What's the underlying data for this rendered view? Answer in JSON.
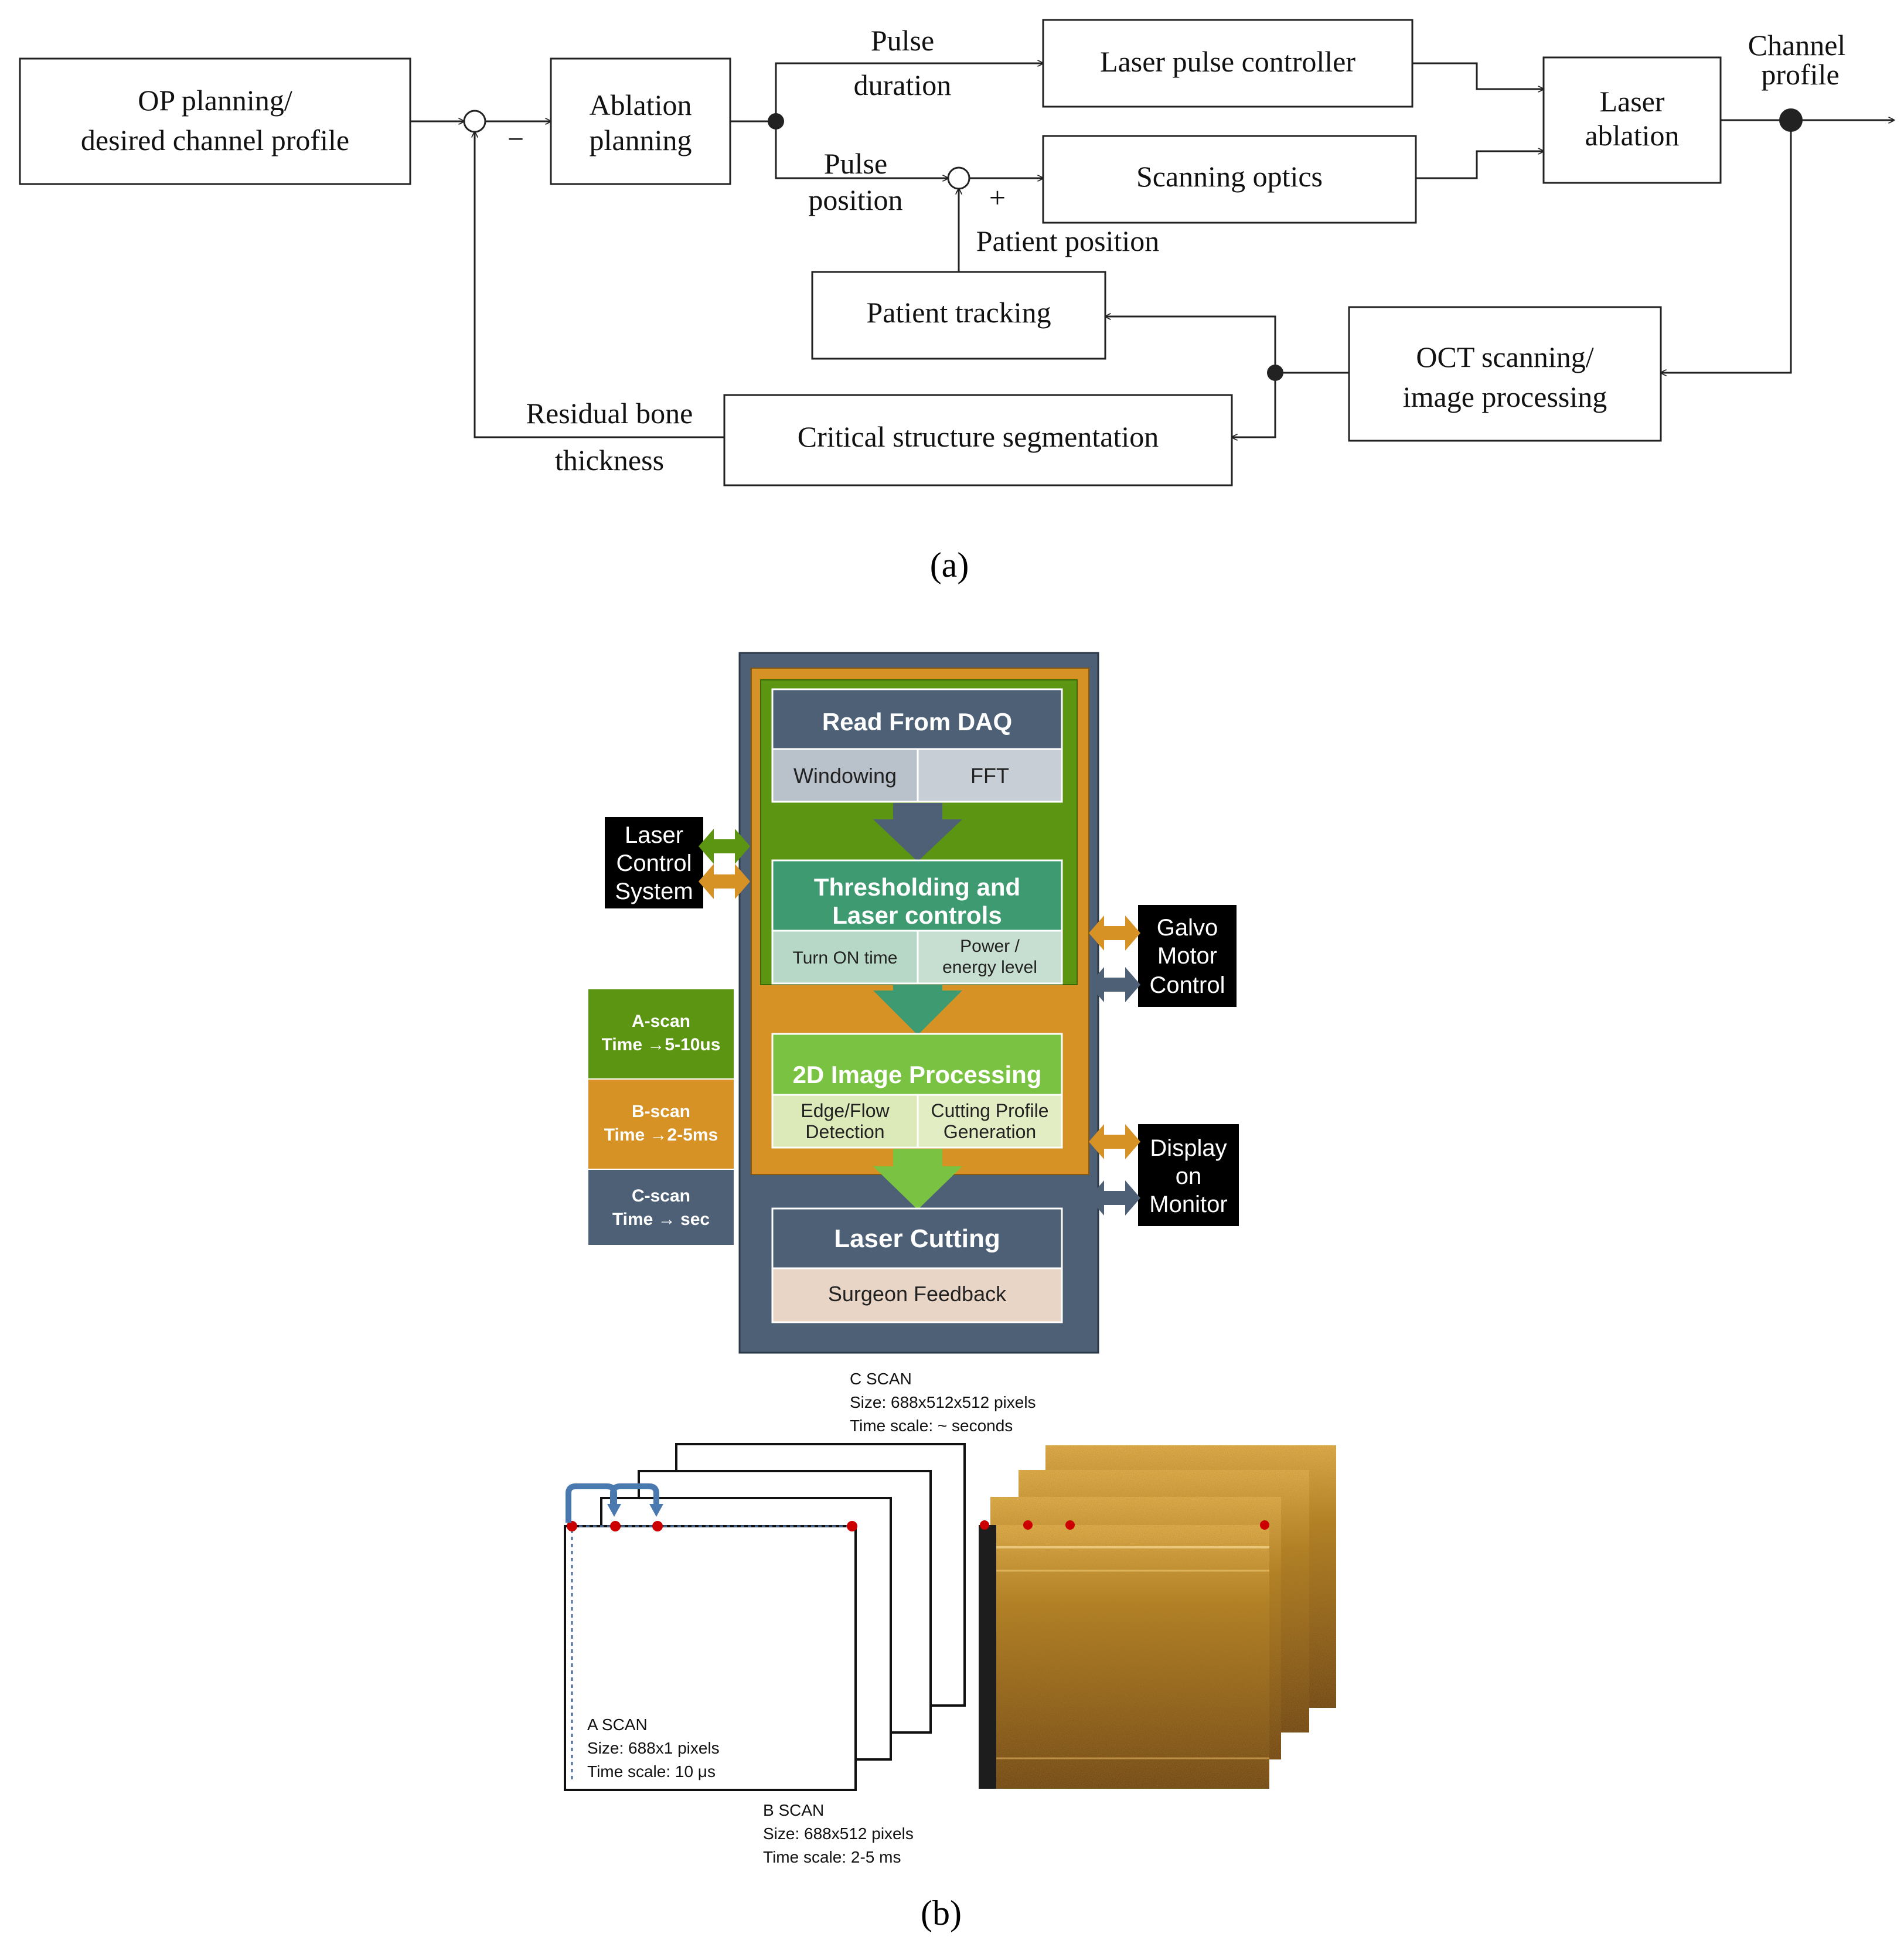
{
  "colors": {
    "green": "#5b9511",
    "orange": "#d69224",
    "slate": "#4e6076",
    "teal": "#3e9a70",
    "light_green": "#79c242",
    "black": "#000000",
    "oct": "#a8731f"
  },
  "panel_a": {
    "label": "(a)",
    "blocks": {
      "op_planning": [
        "OP planning/",
        "desired channel profile"
      ],
      "ablation_planning": [
        "Ablation",
        "planning"
      ],
      "laser_pulse_controller": "Laser pulse controller",
      "scanning_optics": "Scanning optics",
      "laser_ablation": [
        "Laser",
        "ablation"
      ],
      "patient_tracking": "Patient tracking",
      "oct_scanning": [
        "OCT scanning/",
        "image processing"
      ],
      "critical_structure": "Critical structure segmentation"
    },
    "signals": {
      "pulse_duration": [
        "Pulse",
        "duration"
      ],
      "pulse_position": [
        "Pulse",
        "position"
      ],
      "patient_position": "Patient position",
      "channel_profile": [
        "Channel",
        "profile"
      ],
      "residual_bone": [
        "Residual bone",
        "thickness"
      ],
      "minus": "−",
      "plus": "+"
    }
  },
  "panel_b": {
    "label": "(b)",
    "read_daq": {
      "title": "Read From DAQ",
      "cells": [
        "Windowing",
        "FFT"
      ]
    },
    "thresholding": {
      "title": [
        "Thresholding and",
        "Laser controls"
      ],
      "cells": [
        "Turn ON time",
        [
          "Power /",
          "energy level"
        ]
      ]
    },
    "image_processing": {
      "title": "2D Image Processing",
      "cells": [
        [
          "Edge/Flow",
          "Detection"
        ],
        [
          "Cutting Profile",
          "Generation"
        ]
      ]
    },
    "laser_cutting": {
      "title": "Laser Cutting",
      "sub": "Surgeon Feedback"
    },
    "laser_control": [
      "Laser",
      "Control",
      "System"
    ],
    "galvo": [
      "Galvo",
      "Motor",
      "Control"
    ],
    "display": [
      "Display",
      "on",
      "Monitor"
    ],
    "legend": [
      {
        "line1": "A-scan",
        "line2": "Time →5-10us"
      },
      {
        "line1": "B-scan",
        "line2": "Time →2-5ms"
      },
      {
        "line1": "C-scan",
        "line2": "Time → sec"
      }
    ]
  },
  "scans": {
    "c_scan": [
      "C SCAN",
      "Size: 688x512x512 pixels",
      "Time scale: ~ seconds"
    ],
    "a_scan": [
      "A SCAN",
      "Size: 688x1 pixels",
      "Time scale: 10 μs"
    ],
    "b_scan": [
      "B SCAN",
      "Size: 688x512 pixels",
      "Time scale: 2-5 ms"
    ]
  }
}
